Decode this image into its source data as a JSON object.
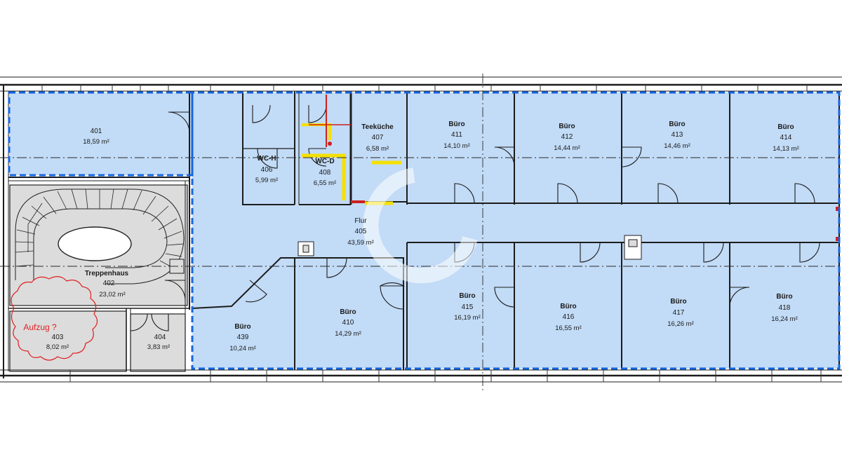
{
  "floorplan": {
    "area_unit": "m²",
    "colors": {
      "room_fill": "#c2dbf6",
      "stair_fill": "#dcdcdc",
      "wall": "#1c1c1c",
      "dashed_boundary": "#1565e0",
      "markup_red": "#e02020",
      "pipe_yellow": "#f5e000",
      "pipe_red": "#d02020"
    },
    "rooms": [
      {
        "id": "r401",
        "number": "401",
        "name": "",
        "area": "18,59"
      },
      {
        "id": "r402",
        "number": "402",
        "name": "Treppenhaus",
        "area": "23,02"
      },
      {
        "id": "r403",
        "number": "403",
        "name": "",
        "area": "8,02"
      },
      {
        "id": "r404",
        "number": "404",
        "name": "",
        "area": "3,83"
      },
      {
        "id": "r405",
        "number": "405",
        "name": "Flur",
        "area": "43,59"
      },
      {
        "id": "r406",
        "number": "406",
        "name": "WC-H",
        "area": "5,99"
      },
      {
        "id": "r407",
        "number": "407",
        "name": "Teeküche",
        "area": "6,58"
      },
      {
        "id": "r408",
        "number": "408",
        "name": "WC-D",
        "area": "6,55"
      },
      {
        "id": "r410",
        "number": "410",
        "name": "Büro",
        "area": "14,29"
      },
      {
        "id": "r411",
        "number": "411",
        "name": "Büro",
        "area": "14,10"
      },
      {
        "id": "r412",
        "number": "412",
        "name": "Büro",
        "area": "14,44"
      },
      {
        "id": "r413",
        "number": "413",
        "name": "Büro",
        "area": "14,46"
      },
      {
        "id": "r414",
        "number": "414",
        "name": "Büro",
        "area": "14,13"
      },
      {
        "id": "r415",
        "number": "415",
        "name": "Büro",
        "area": "16,19"
      },
      {
        "id": "r416",
        "number": "416",
        "name": "Büro",
        "area": "16,55"
      },
      {
        "id": "r417",
        "number": "417",
        "name": "Büro",
        "area": "16,26"
      },
      {
        "id": "r418",
        "number": "418",
        "name": "Büro",
        "area": "16,24"
      },
      {
        "id": "r439",
        "number": "439",
        "name": "Büro",
        "area": "10,24"
      }
    ],
    "annotations": {
      "elevator_note": "Aufzug ?"
    }
  }
}
